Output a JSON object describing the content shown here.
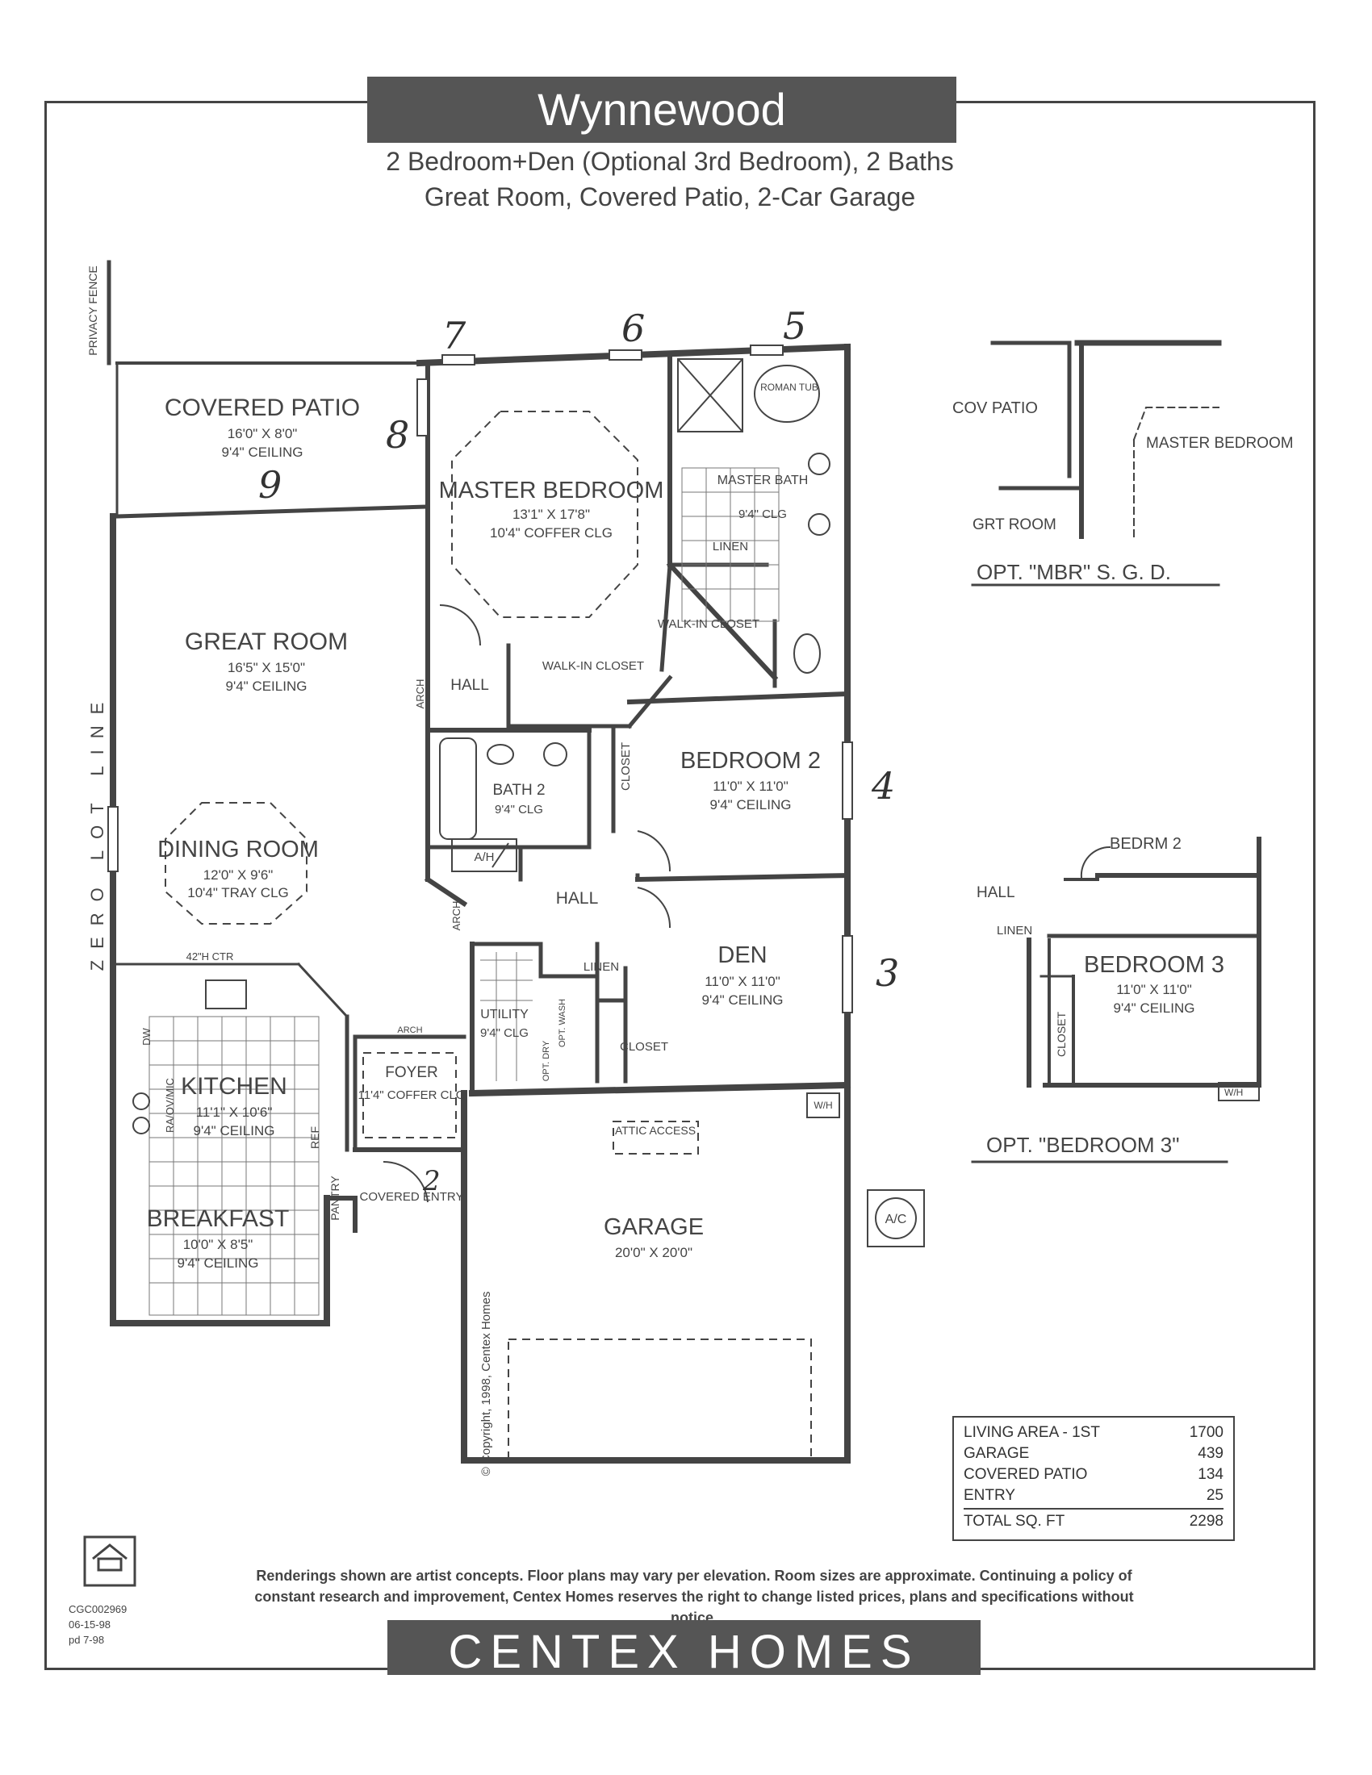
{
  "plan_name": "Wynnewood",
  "subtitle_line1": "2 Bedroom+Den (Optional 3rd Bedroom), 2 Baths",
  "subtitle_line2": "Great Room, Covered Patio, 2-Car Garage",
  "rooms": {
    "covered_patio": {
      "name": "COVERED PATIO",
      "size": "16'0\" X 8'0\"",
      "ceiling": "9'4\" CEILING"
    },
    "master_bedroom": {
      "name": "MASTER BEDROOM",
      "size": "13'1\" X 17'8\"",
      "ceiling": "10'4\" COFFER CLG"
    },
    "master_bath": {
      "name": "MASTER BATH",
      "ceiling": "9'4\" CLG"
    },
    "great_room": {
      "name": "GREAT ROOM",
      "size": "16'5\" X 15'0\"",
      "ceiling": "9'4\" CEILING"
    },
    "dining_room": {
      "name": "DINING ROOM",
      "size": "12'0\" X 9'6\"",
      "ceiling": "10'4\" TRAY CLG"
    },
    "kitchen": {
      "name": "KITCHEN",
      "size": "11'1\" X 10'6\"",
      "ceiling": "9'4\" CEILING"
    },
    "breakfast": {
      "name": "BREAKFAST",
      "size": "10'0\" X 8'5\"",
      "ceiling": "9'4\" CEILING"
    },
    "foyer": {
      "name": "FOYER",
      "ceiling": "11'4\" COFFER CLG"
    },
    "bedroom2": {
      "name": "BEDROOM 2",
      "size": "11'0\" X 11'0\"",
      "ceiling": "9'4\" CEILING"
    },
    "bath2": {
      "name": "BATH 2",
      "ceiling": "9'4\" CLG"
    },
    "den": {
      "name": "DEN",
      "size": "11'0\" X 11'0\"",
      "ceiling": "9'4\" CEILING"
    },
    "utility": {
      "name": "UTILITY",
      "ceiling": "9'4\" CLG"
    },
    "garage": {
      "name": "GARAGE",
      "size": "20'0\" X 20'0\""
    }
  },
  "small_labels": {
    "roman_tub": "ROMAN TUB",
    "linen": "LINEN",
    "walk_in_closet": "WALK-IN CLOSET",
    "hall": "HALL",
    "arch": "ARCH",
    "closet": "CLOSET",
    "ah": "A/H",
    "wh": "W/H",
    "ac": "A/C",
    "attic_access": "ATTIC ACCESS",
    "covered_entry": "COVERED ENTRY",
    "pantry": "PANTRY",
    "ref": "REF",
    "ctr": "42\"H CTR",
    "dw": "DW",
    "range": "RA/OV/MIC",
    "opt_wash": "OPT. WASH",
    "opt_dry": "OPT. DRY",
    "privacy_fence": "PRIVACY FENCE",
    "zero_lot_line": "ZERO LOT LINE",
    "copyright": "© Copyright, 1998, Centex Homes"
  },
  "handwritten": [
    "7",
    "6",
    "5",
    "8",
    "9",
    "4",
    "3",
    "2"
  ],
  "opt_mbr": {
    "title": "OPT. \"MBR\" S. G. D.",
    "cov_patio": "COV PATIO",
    "master_bedroom": "MASTER BEDROOM",
    "grt_room": "GRT ROOM"
  },
  "opt_bedroom3": {
    "title": "OPT. \"BEDROOM 3\"",
    "bedrm2": "BEDRM 2",
    "hall": "HALL",
    "linen": "LINEN",
    "name": "BEDROOM 3",
    "size": "11'0\" X 11'0\"",
    "ceiling": "9'4\" CEILING",
    "closet": "CLOSET",
    "wh": "W/H"
  },
  "area_table": [
    {
      "label": "LIVING AREA - 1ST",
      "value": "1700"
    },
    {
      "label": "GARAGE",
      "value": "439"
    },
    {
      "label": "COVERED PATIO",
      "value": "134"
    },
    {
      "label": "ENTRY",
      "value": "25"
    }
  ],
  "area_total": {
    "label": "TOTAL SQ. FT",
    "value": "2298"
  },
  "disclaimer_line1": "Renderings shown are artist concepts. Floor plans may vary per elevation. Room sizes are approximate. Continuing a policy of",
  "disclaimer_line2": "constant research and improvement, Centex Homes reserves the right to change listed prices, plans and specifications without notice.",
  "brand": "CENTEX HOMES",
  "codes": [
    "CGC002969",
    "06-15-98",
    "pd 7-98"
  ]
}
